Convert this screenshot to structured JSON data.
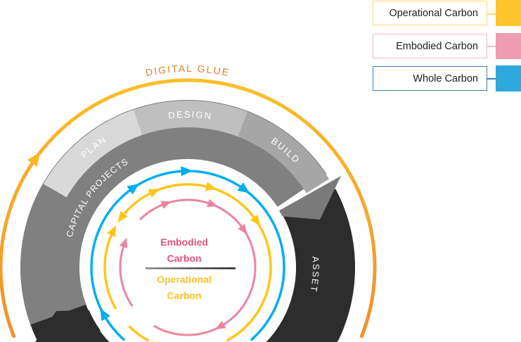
{
  "diagram": {
    "outer_label": "DIGITAL GLUE",
    "ring_label": "CAPITAL PROJECTS",
    "stages": [
      "PLAN",
      "DESIGN",
      "BUILD"
    ],
    "lower_ring_label": "ASSET",
    "center_top": [
      "Embodied",
      "Carbon"
    ],
    "center_bottom": [
      "Operational",
      "Carbon"
    ]
  },
  "legend": [
    {
      "label": "Operational Carbon",
      "color": "#fec52e",
      "border": "#fdd870"
    },
    {
      "label": "Embodied Carbon",
      "color": "#f09cb1",
      "border": "#f4b6c6"
    },
    {
      "label": "Whole Carbon",
      "color": "#2ea7dc",
      "border": "#3a7fbf"
    }
  ],
  "colors": {
    "digital_glue": "#e8822a",
    "whole": "#00aeef",
    "operational": "#ffc61a",
    "embodied": "#ec84a0",
    "embodied_text": "#e0507a",
    "operational_text": "#fbc02d",
    "ring": "#808080",
    "asset_ring": "#2d2d2d"
  }
}
